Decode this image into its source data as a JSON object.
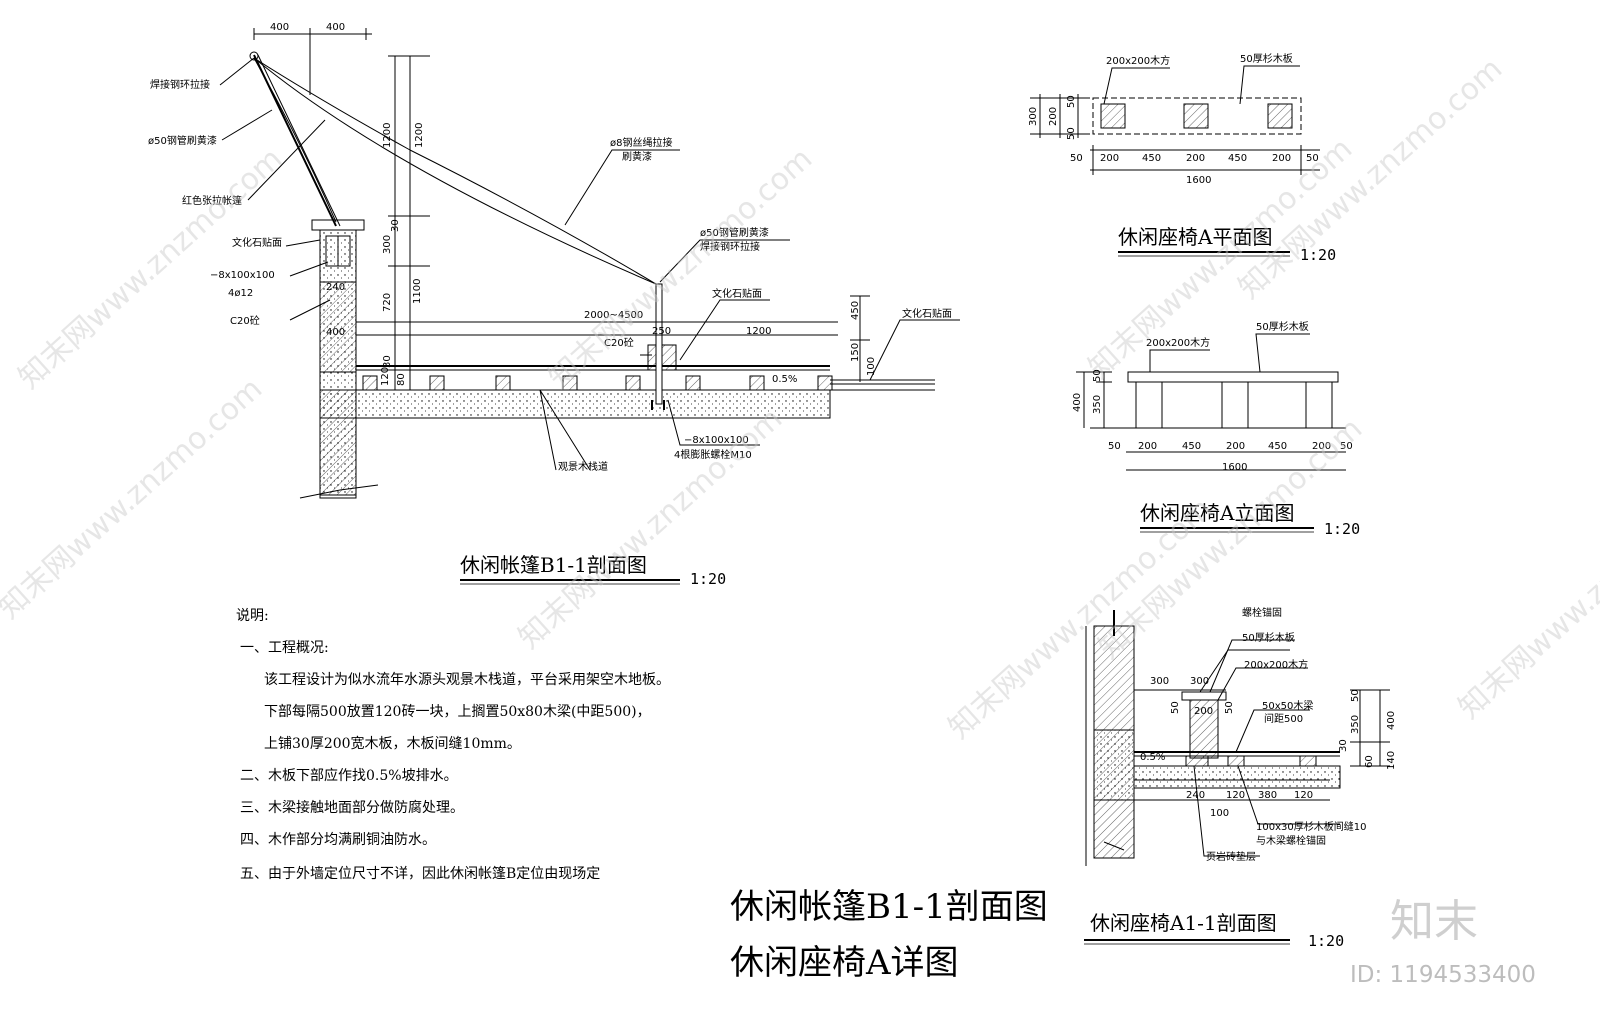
{
  "section_b1": {
    "title": "休闲帐篷B1-1剖面图",
    "scale": "1:20",
    "labels": {
      "weld_ring_top": "焊接钢环拉接",
      "pipe50_left": "ø50钢管刷黄漆",
      "red_tent": "红色张拉帐篷",
      "culture_stone_left": "文化石贴面",
      "plate_left": "−8x100x100",
      "rebar": "4ø12",
      "c20_left": "C20砼",
      "wire_rope": "ø8钢丝绳拉接",
      "wire_paint": "刷黄漆",
      "pipe50_right": "ø50钢管刷黄漆",
      "weld_ring_right": "焊接钢环拉接",
      "culture_stone_mid": "文化石贴面",
      "culture_stone_right": "文化石贴面",
      "c20_mid": "C20砼",
      "plate_bottom": "−8x100x100",
      "bolts": "4根膨胀螺栓M10",
      "boardwalk": "观景木栈道",
      "slope": "0.5%"
    },
    "dims": {
      "top_400a": "400",
      "top_400b": "400",
      "v1200a": "1200",
      "v1200b": "1200",
      "v300": "300",
      "v30": "30",
      "v720": "720",
      "v1100": "1100",
      "v120": "120",
      "v80": "80",
      "v30b": "30",
      "h240": "240",
      "h400": "400",
      "h_span": "2000~4500",
      "h250": "250",
      "h1200": "1200",
      "v450": "450",
      "v150": "150",
      "v100": "100"
    }
  },
  "bench_plan": {
    "title": "休闲座椅A平面图",
    "scale": "1:20",
    "label_post": "200x200木方",
    "label_board": "50厚杉木板",
    "v300": "300",
    "v200": "200",
    "v50a": "50",
    "v50b": "50",
    "dims": [
      "50",
      "200",
      "450",
      "200",
      "450",
      "200",
      "50"
    ],
    "total": "1600"
  },
  "bench_elev": {
    "title": "休闲座椅A立面图",
    "scale": "1:20",
    "label_post": "200x200木方",
    "label_board": "50厚杉木板",
    "v400": "400",
    "v350": "350",
    "v50": "50",
    "dims": [
      "50",
      "200",
      "450",
      "200",
      "450",
      "200",
      "50"
    ],
    "total": "1600"
  },
  "bench_sect": {
    "title": "休闲座椅A1-1剖面图",
    "scale": "1:20",
    "labels": {
      "bolt_anchor": "螺栓锚固",
      "board50": "50厚杉木板",
      "post200": "200x200木方",
      "beam": "50x50木梁",
      "beam_spacing": "间距500",
      "plank": "100x30厚杉木板间缝10",
      "plank2": "与木梁螺栓锚固",
      "shale": "页岩砖垫层",
      "slope": "0.5%"
    },
    "dims": {
      "h300a": "300",
      "h300b": "300",
      "h200": "200",
      "v50a": "50",
      "v50b": "50",
      "v350": "350",
      "v400": "400",
      "v30": "30",
      "v50c": "50",
      "v60": "60",
      "v140": "140",
      "b240": "240",
      "b120a": "120",
      "b380": "380",
      "b120b": "120",
      "b100": "100"
    }
  },
  "notes": {
    "heading": "说明:",
    "lines": [
      "一、工程概况:",
      "该工程设计为似水流年水源头观景木栈道，平台采用架空木地板。",
      "下部每隔500放置120砖一块，上搁置50x80木梁(中距500)，",
      "上铺30厚200宽木板，木板间缝10mm。",
      "二、木板下部应作找0.5%坡排水。",
      "三、木梁接触地面部分做防腐处理。",
      "四、木作部分均满刷铜油防水。",
      "五、由于外墙定位尺寸不详，因此休闲帐篷B定位由现场定"
    ]
  },
  "sheet_title": {
    "line1": "休闲帐篷B1-1剖面图",
    "line2": "休闲座椅A详图"
  },
  "watermark": {
    "text": "知末网www.znzmo.com",
    "brand": "知末",
    "id": "ID: 1194533400"
  }
}
